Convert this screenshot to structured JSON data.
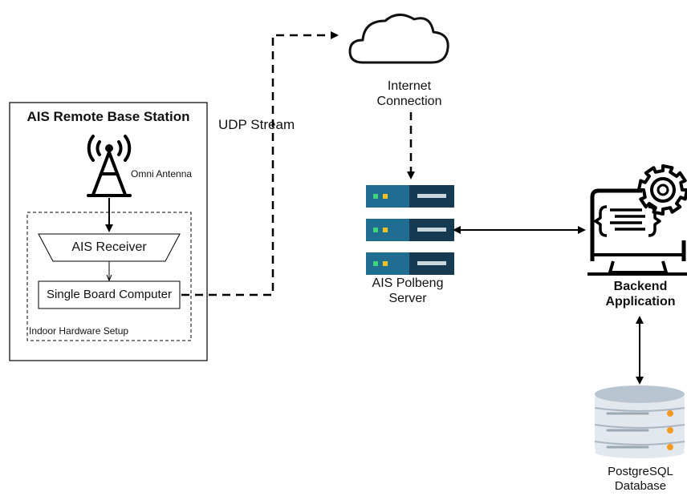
{
  "station": {
    "title": "AIS Remote Base Station",
    "antenna_label": "Omni Antenna",
    "receiver_label": "AIS Receiver",
    "sbc_label": "Single Board Computer",
    "indoor_label": "Indoor Hardware Setup"
  },
  "links": {
    "udp_label": "UDP Stream"
  },
  "cloud": {
    "label_line1": "Internet",
    "label_line2": "Connection"
  },
  "server": {
    "label_line1": "AIS Polbeng",
    "label_line2": "Server"
  },
  "backend": {
    "label_line1": "Backend",
    "label_line2": "Application"
  },
  "database": {
    "label_line1": "PostgreSQL",
    "label_line2": "Database"
  },
  "colors": {
    "server_light": "#1f6e91",
    "server_dark": "#163a52",
    "led_green": "#3fd47a",
    "led_yellow": "#f5c21b",
    "db_body": "#e2e8ee",
    "db_top": "#b8c4cf",
    "db_orange": "#f59a23"
  }
}
